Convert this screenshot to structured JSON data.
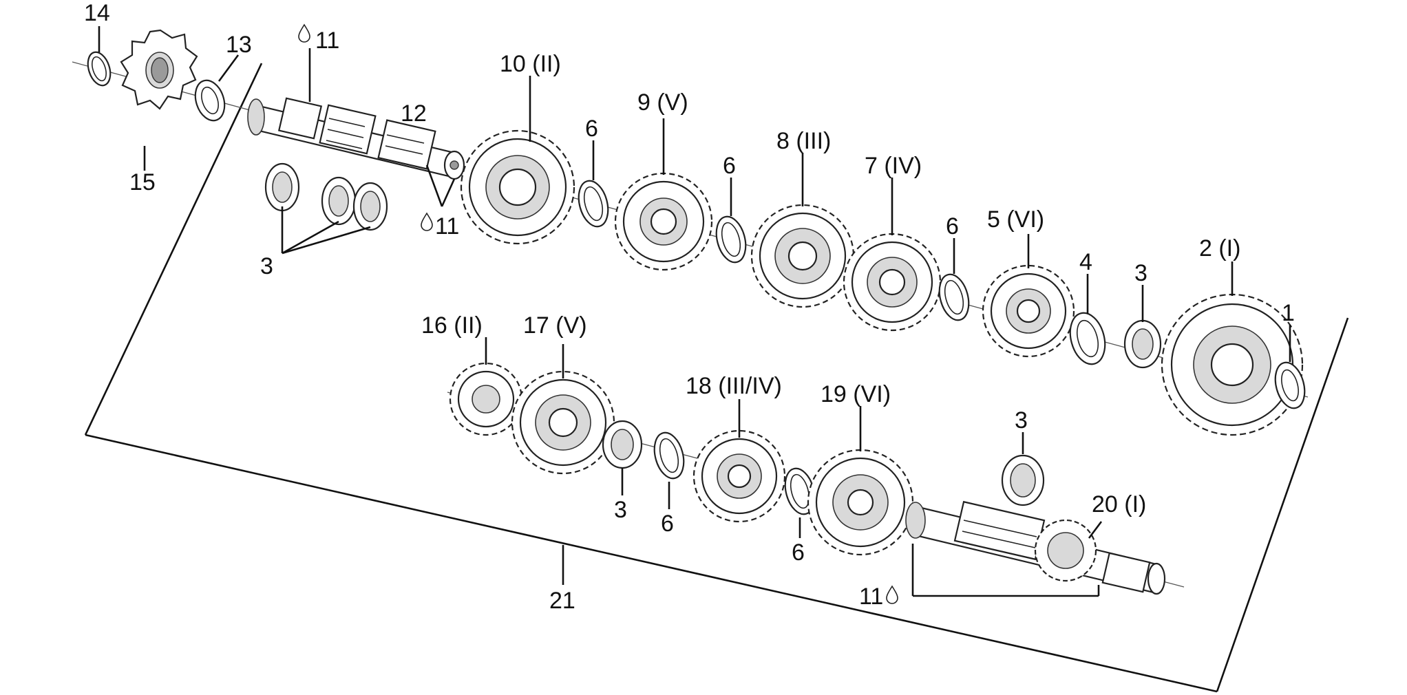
{
  "labels": {
    "p14": "14",
    "p13": "13",
    "p11_top": "11",
    "p15": "15",
    "p12": "12",
    "p11_mid": "11",
    "p3_left": "3",
    "p10": "10 (II)",
    "p9": "9 (V)",
    "p6_a": "6",
    "p6_b": "6",
    "p8": "8 (III)",
    "p7": "7 (IV)",
    "p6_c": "6",
    "p5": "5 (VI)",
    "p4": "4",
    "p3_right": "3",
    "p2": "2 (I)",
    "p1": "1",
    "p16": "16 (II)",
    "p17": "17 (V)",
    "p18": "18 (III/IV)",
    "p19": "19 (VI)",
    "p3_lower": "3",
    "p6_lower_a": "6",
    "p3_float": "3",
    "p20": "20 (I)",
    "p6_lower_b": "6",
    "p11_bottom": "11",
    "p21": "21"
  },
  "icons": {
    "lubricant": "oil-drop-icon"
  }
}
